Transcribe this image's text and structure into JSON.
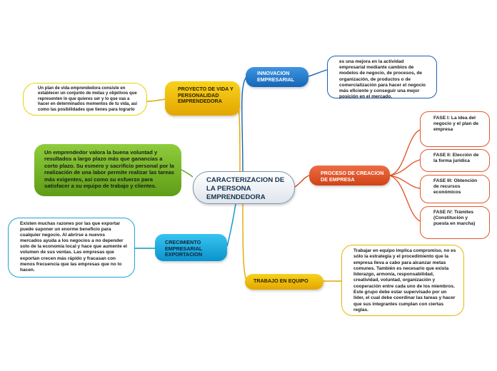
{
  "central": {
    "title": "CARACTERIZACION DE LA PERSONA EMPRENDEDORA"
  },
  "topics": {
    "innovacion": "INNOVACION EMPRESARIAL",
    "proceso": "PROCESO DE CREACION DE EMPRESA",
    "trabajo": "TRABAJO EN EQUIPO",
    "crecimiento": "CRECIMIENTO EMPRESARIAL EXPORTACION",
    "proyecto": "PROYECTO DE VIDA Y PERSONALIDAD EMPRENDEDORA"
  },
  "details": {
    "innovacion": "es una mejora en la actividad empresarial mediante cambios de modelos de negocio, de procesos, de organización, de productos o de comercialización para hacer el negocio más eficiente y conseguir una mejor posición en el mercado.",
    "fase1": "FASE I: La idea del negocio y el plan de empresa",
    "fase2": "FASE II: Elección de la forma jurídica",
    "fase3": "FASE III: Obtención de recursos económicos",
    "fase4": "FASE IV: Trámites (Constitución y puesta en marcha)",
    "trabajo": "Trabajar en equipo implica compromiso, no es sólo la estrategia y el procedimiento que la empresa lleva a cabo para alcanzar metas comunes. También es necesario que exista liderazgo, armonía, responsabilidad, creatividad, voluntad, organización y cooperación entre cada uno de los miembros. Este grupo debe estar supervisado por un líder, el cual debe coordinar las tareas y hacer que sus integrantes cumplan con ciertas reglas.",
    "crecimiento": "Existen muchas razones por las que exportar puede suponer un enorme beneficio para cualquier negocio. Al abrirse a nuevos mercados ayuda a los negocios a no depender solo de la economía local y hace que aumente el volumen de sus ventas. Las empresas que exportan crecen más rápido y fracasan con menos frecuencia que las empresas que no lo hacen.",
    "valor": "Un emprendedor valora la buena voluntad y resultados a largo plazo más que ganancias a corto plazo. Su esmero y sacrificio personal por la realización de una labor permite realizar las tareas más exigentes, así como su esfuerzo para satisfacer a su equipo de trabajo y clientes.",
    "proyecto": "Un plan de vida emprendedora consiste en establecer un conjunto de metas y objetivos que representen lo que quieres ser y lo que vas a hacer en determinados momentos de tu vida, así como las posibilidades que tienes para lograrlo"
  },
  "colors": {
    "blue": "#1566b8",
    "red": "#d04316",
    "gold": "#e3a600",
    "cyan": "#0b93cc",
    "green": "#5e9d16",
    "yellow": "#e5d400"
  }
}
